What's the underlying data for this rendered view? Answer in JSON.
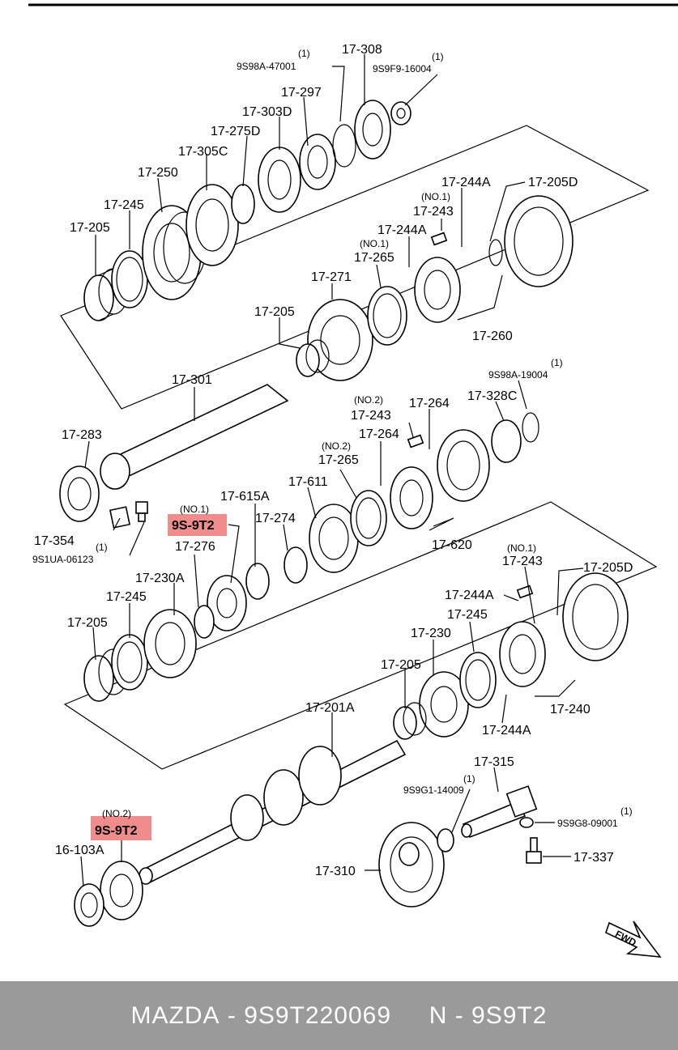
{
  "labels": {
    "l_17_308": "17-308",
    "l_9s98a_47001": "9S98A-47001",
    "l_9s98a_47001_q": "(1)",
    "l_9s9f9_16004": "9S9F9-16004",
    "l_9s9f9_16004_q": "(1)",
    "l_17_297": "17-297",
    "l_17_303d": "17-303D",
    "l_17_275d": "17-275D",
    "l_17_305c": "17-305C",
    "l_17_250": "17-250",
    "l_17_245a": "17-245",
    "l_17_205a": "17-205",
    "l_17_244a_1": "17-244A",
    "l_17_205d_1": "17-205D",
    "l_no1_a": "(NO.1)",
    "l_17_243_a": "17-243",
    "l_17_244a_2": "17-244A",
    "l_no1_b": "(NO.1)",
    "l_17_265_a": "17-265",
    "l_17_271": "17-271",
    "l_17_205b": "17-205",
    "l_17_260": "17-260",
    "l_9s98a_19004_q": "(1)",
    "l_9s98a_19004": "9S98A-19004",
    "l_17_301": "17-301",
    "l_no2_a": "(NO.2)",
    "l_17_243_b": "17-243",
    "l_17_264_a": "17-264",
    "l_17_328c": "17-328C",
    "l_17_283": "17-283",
    "l_17_264_b": "17-264",
    "l_no2_b": "(NO.2)",
    "l_17_265_b": "17-265",
    "l_no1_c": "(NO.1)",
    "l_9s_9t2_a": "9S-9T2",
    "l_17_615a": "17-615A",
    "l_17_611": "17-611",
    "l_17_274": "17-274",
    "l_17_354": "17-354",
    "l_17_354_q": "(1)",
    "l_9s1ua_06123": "9S1UA-06123",
    "l_17_276": "17-276",
    "l_17_620": "17-620",
    "l_no1_d": "(NO.1)",
    "l_17_243_c": "17-243",
    "l_17_205d_2": "17-205D",
    "l_17_230a": "17-230A",
    "l_17_245b": "17-245",
    "l_17_244a_3": "17-244A",
    "l_17_245c": "17-245",
    "l_17_205c": "17-205",
    "l_17_230": "17-230",
    "l_17_205d": "17-205",
    "l_17_240": "17-240",
    "l_17_244a_4": "17-244A",
    "l_17_201a": "17-201A",
    "l_17_315": "17-315",
    "l_9s9g1_14009_q": "(1)",
    "l_9s9g1_14009": "9S9G1-14009",
    "l_no2_c": "(NO.2)",
    "l_9s_9t2_b": "9S-9T2",
    "l_9s9g8_09001_q": "(1)",
    "l_9s9g8_09001": "9S9G8-09001",
    "l_16_103a": "16-103A",
    "l_17_337": "17-337",
    "l_17_310": "17-310",
    "l_fwd": "FWD"
  },
  "colors": {
    "highlight": "#f08c8c",
    "footer_bg": "#9a9a9a",
    "footer_text": "#ffffff"
  },
  "footer": {
    "brand": "MAZDA",
    "part_number": "9S9T220069",
    "code": "N - 9S9T2"
  }
}
